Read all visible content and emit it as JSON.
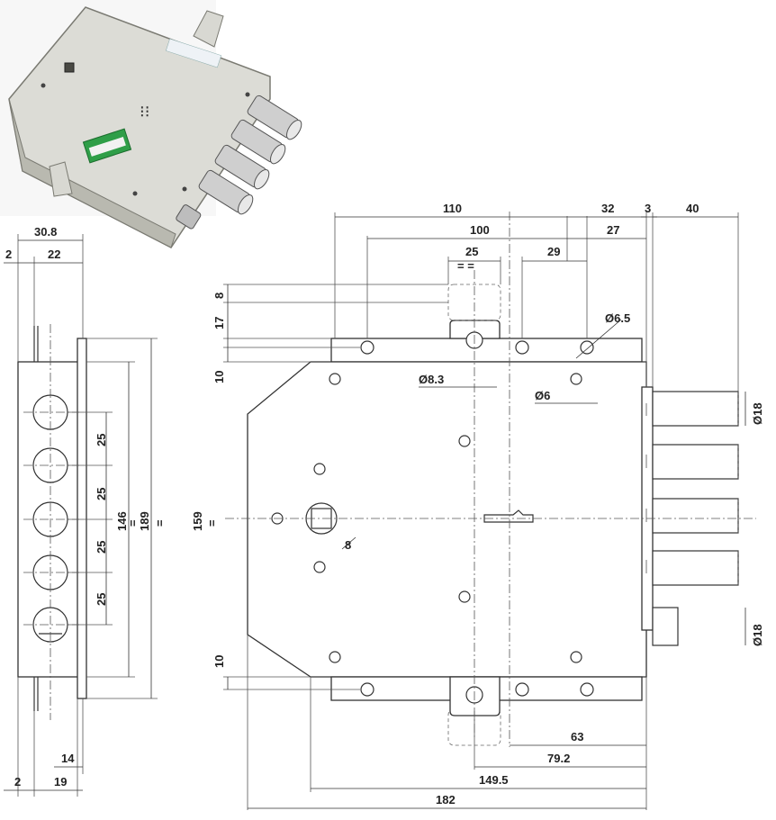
{
  "photo": {
    "brand_text": "",
    "label_text": ""
  },
  "side_view": {
    "dims_top": [
      "30.8",
      "2",
      "22"
    ],
    "pitch_labels": [
      "25",
      "25",
      "25",
      "25"
    ],
    "height_labels": [
      "146",
      "189"
    ],
    "dims_bottom": [
      "14",
      "2",
      "19"
    ]
  },
  "front_view": {
    "top_dims": [
      "110",
      "100",
      "25",
      "29",
      "32",
      "27",
      "3",
      "40"
    ],
    "left_dims": [
      "8",
      "17",
      "10",
      "159",
      "10"
    ],
    "diameters": [
      "Ø6.5",
      "Ø8.3",
      "Ø6",
      "Ø18",
      "Ø18"
    ],
    "square_label": "8",
    "bottom_dims": [
      "63",
      "79.2",
      "149.5",
      "182"
    ]
  },
  "colors": {
    "line": "#333333",
    "bolt_fill": "#d0d0d0",
    "background": "#ffffff"
  }
}
